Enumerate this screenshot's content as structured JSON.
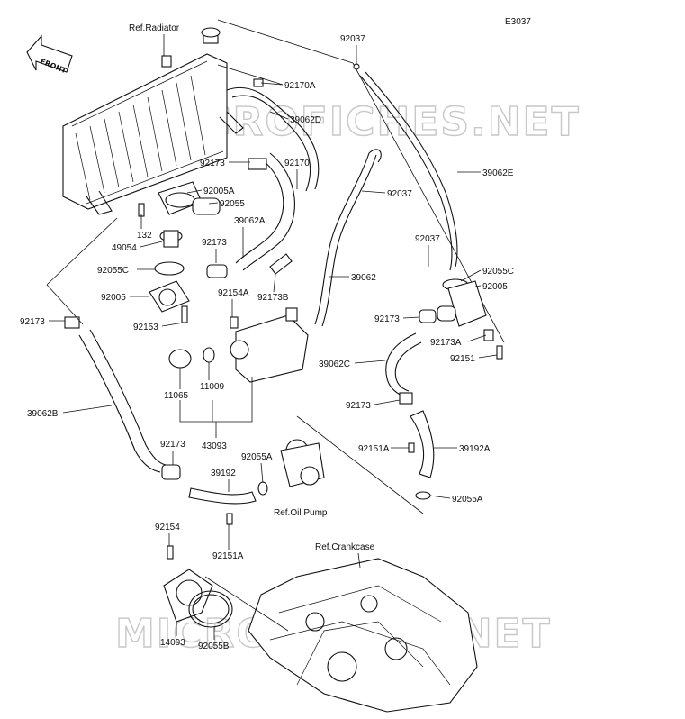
{
  "diagram": {
    "code": "E3037",
    "front_label": "FRONT",
    "watermark": "MICROFICHES.NET",
    "refs": {
      "radiator": "Ref.Radiator",
      "oil_pump": "Ref.Oil Pump",
      "crankcase": "Ref.Crankcase"
    },
    "parts": [
      "92037",
      "92170A",
      "39062D",
      "39062E",
      "92173",
      "92170",
      "92037",
      "92005A",
      "92055",
      "132",
      "49054",
      "39062A",
      "92173",
      "92055C",
      "92005",
      "92173B",
      "92154A",
      "39062",
      "92037",
      "92055C",
      "92005",
      "92173",
      "92153",
      "92173",
      "92173A",
      "39062C",
      "92151",
      "11065",
      "11009",
      "92173",
      "43093",
      "39062B",
      "92173",
      "92151A",
      "39192A",
      "39192",
      "92055A",
      "92055A",
      "92154",
      "92151A",
      "14093",
      "92055B"
    ]
  }
}
